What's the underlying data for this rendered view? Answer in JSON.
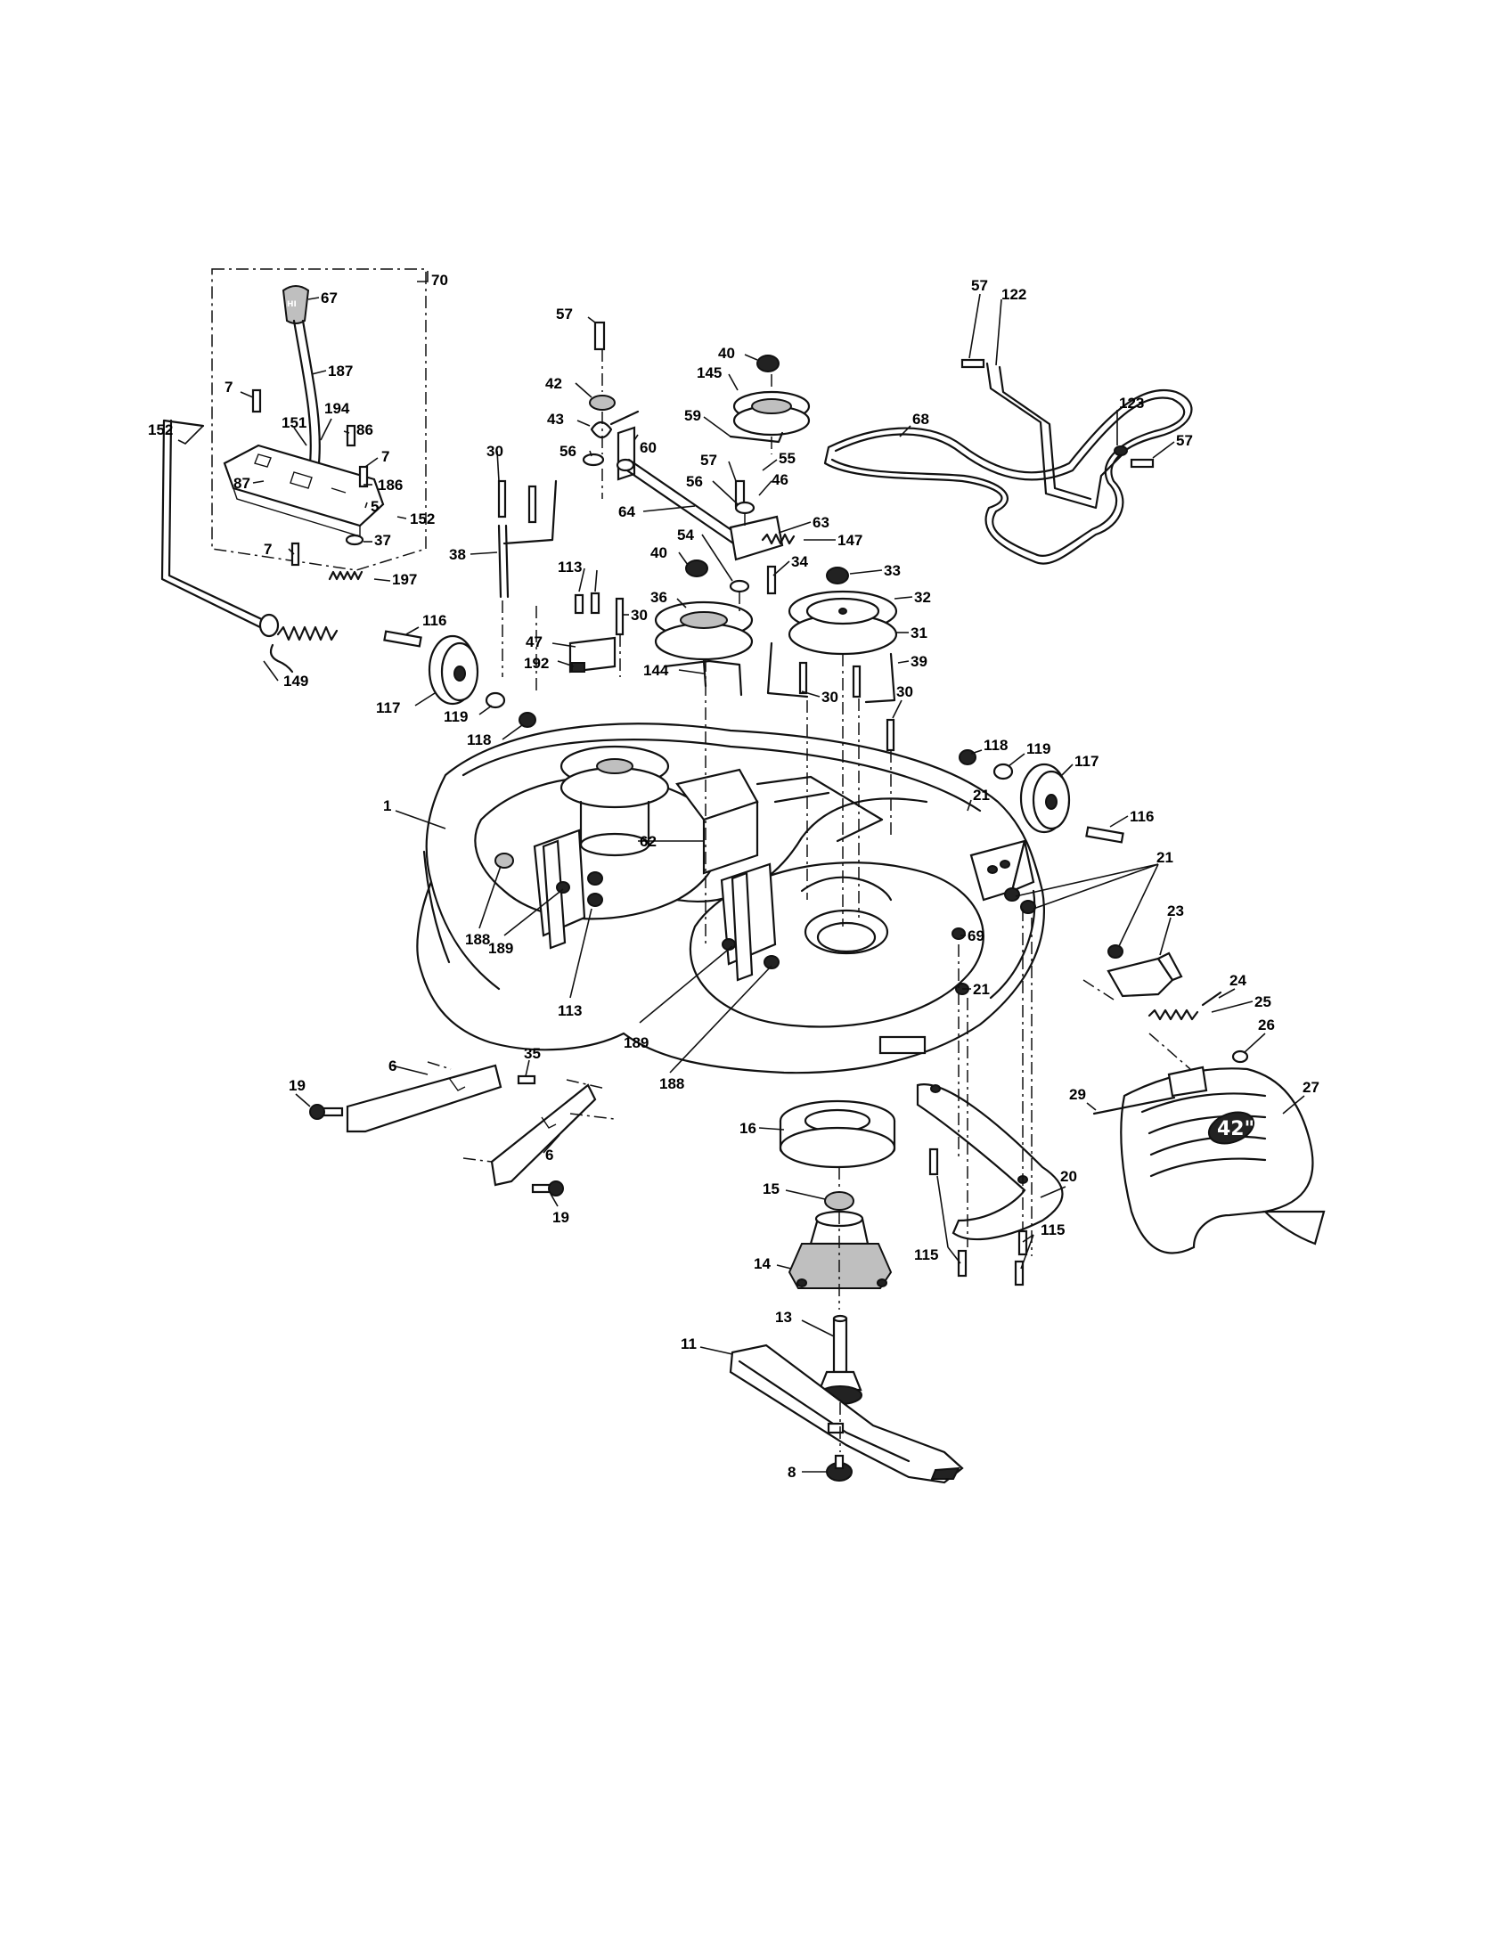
{
  "diagram": {
    "callouts": [
      {
        "label": "67"
      },
      {
        "label": "70"
      },
      {
        "label": "187"
      },
      {
        "label": "7"
      },
      {
        "label": "194"
      },
      {
        "label": "86"
      },
      {
        "label": "151"
      },
      {
        "label": "7"
      },
      {
        "label": "152"
      },
      {
        "label": "186"
      },
      {
        "label": "87"
      },
      {
        "label": "5"
      },
      {
        "label": "152"
      },
      {
        "label": "37"
      },
      {
        "label": "7"
      },
      {
        "label": "197"
      },
      {
        "label": "116"
      },
      {
        "label": "149"
      },
      {
        "label": "117"
      },
      {
        "label": "119"
      },
      {
        "label": "118"
      },
      {
        "label": "57"
      },
      {
        "label": "42"
      },
      {
        "label": "43"
      },
      {
        "label": "56"
      },
      {
        "label": "60"
      },
      {
        "label": "30"
      },
      {
        "label": "38"
      },
      {
        "label": "113"
      },
      {
        "label": "30"
      },
      {
        "label": "47"
      },
      {
        "label": "192"
      },
      {
        "label": "40"
      },
      {
        "label": "145"
      },
      {
        "label": "59"
      },
      {
        "label": "57"
      },
      {
        "label": "55"
      },
      {
        "label": "46"
      },
      {
        "label": "56"
      },
      {
        "label": "64"
      },
      {
        "label": "63"
      },
      {
        "label": "147"
      },
      {
        "label": "54"
      },
      {
        "label": "40"
      },
      {
        "label": "34"
      },
      {
        "label": "36"
      },
      {
        "label": "33"
      },
      {
        "label": "32"
      },
      {
        "label": "31"
      },
      {
        "label": "144"
      },
      {
        "label": "30"
      },
      {
        "label": "39"
      },
      {
        "label": "30"
      },
      {
        "label": "57"
      },
      {
        "label": "122"
      },
      {
        "label": "68"
      },
      {
        "label": "123"
      },
      {
        "label": "57"
      },
      {
        "label": "118"
      },
      {
        "label": "119"
      },
      {
        "label": "117"
      },
      {
        "label": "116"
      },
      {
        "label": "21"
      },
      {
        "label": "1"
      },
      {
        "label": "62"
      },
      {
        "label": "188"
      },
      {
        "label": "189"
      },
      {
        "label": "113"
      },
      {
        "label": "69"
      },
      {
        "label": "21"
      },
      {
        "label": "21"
      },
      {
        "label": "23"
      },
      {
        "label": "24"
      },
      {
        "label": "25"
      },
      {
        "label": "26"
      },
      {
        "label": "189"
      },
      {
        "label": "188"
      },
      {
        "label": "6"
      },
      {
        "label": "35"
      },
      {
        "label": "19"
      },
      {
        "label": "6"
      },
      {
        "label": "19"
      },
      {
        "label": "16"
      },
      {
        "label": "15"
      },
      {
        "label": "14"
      },
      {
        "label": "29"
      },
      {
        "label": "27"
      },
      {
        "label": "20"
      },
      {
        "label": "115"
      },
      {
        "label": "115"
      },
      {
        "label": "13"
      },
      {
        "label": "11"
      },
      {
        "label": "8"
      }
    ],
    "deflector_stamp": "42\""
  }
}
